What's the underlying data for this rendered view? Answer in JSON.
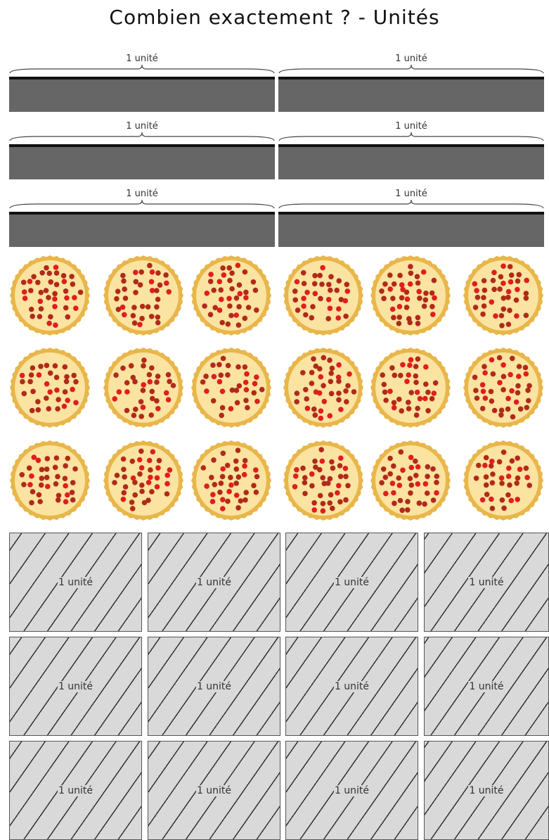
{
  "title": "Combien exactement ? - Unités",
  "bars": {
    "rows": 3,
    "per_row": 2,
    "label": "1 unité"
  },
  "pizzas": {
    "rows": 3,
    "per_row": 6,
    "crust_color": "#e8b64a",
    "cheese_color": "#fbe3a1",
    "topping_colors": [
      "#b02a1a",
      "#e01e1e"
    ]
  },
  "tiles": {
    "rows": 3,
    "per_row": 4,
    "label": "1 unité"
  }
}
